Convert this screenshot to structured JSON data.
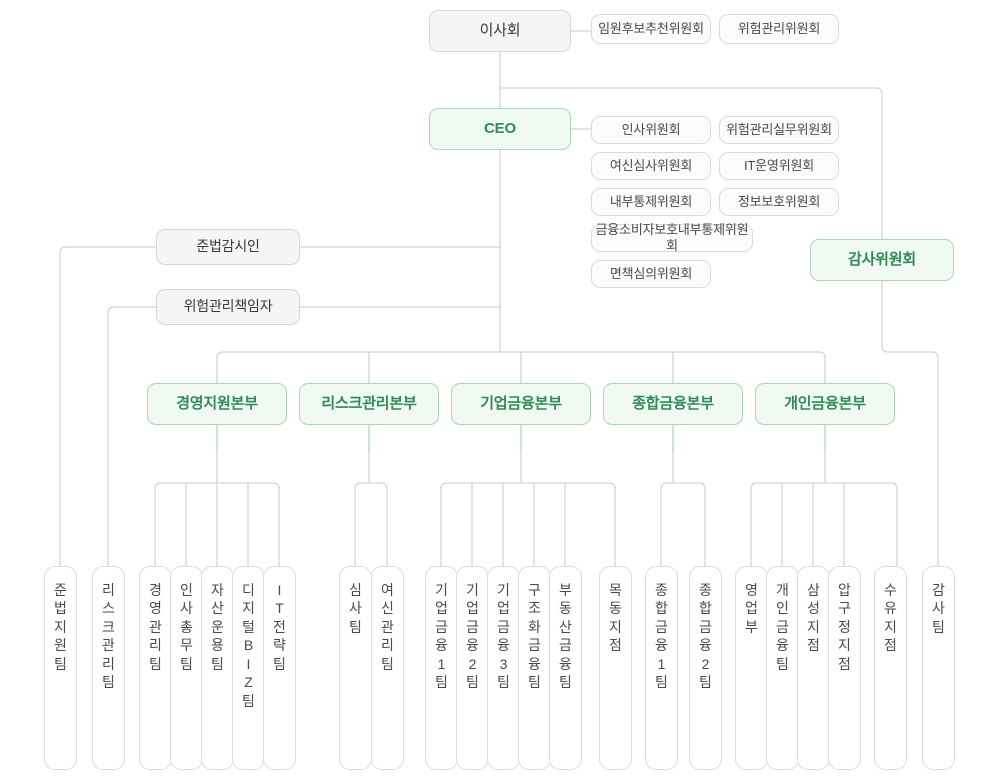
{
  "chart_data": {
    "type": "diagram",
    "title": "조직도",
    "theme": {
      "accent_green_text": "#2e8b57",
      "accent_green_fill": "#f1f9f3",
      "accent_green_border": "#a9d6b7",
      "neutral_fill": "#f5f5f5",
      "neutral_border": "#d6d6d6",
      "white_fill": "#ffffff",
      "line_color": "#d4d4d4",
      "green_line_color": "#b7ddc3",
      "text_color": "#3a3a3a",
      "background": "#ffffff"
    }
  },
  "board": {
    "label": "이사회",
    "committees": [
      {
        "label": "임원후보추천위원회"
      },
      {
        "label": "위험관리위원회"
      }
    ]
  },
  "ceo": {
    "label": "CEO",
    "committees": [
      {
        "label": "인사위원회"
      },
      {
        "label": "위험관리실무위원회"
      },
      {
        "label": "여신심사위원회"
      },
      {
        "label": "IT운영위원회"
      },
      {
        "label": "내부통제위원회"
      },
      {
        "label": "정보보호위원회"
      },
      {
        "label": "금융소비자보호내부통제위원회"
      },
      {
        "label": "면책심의위원회"
      }
    ]
  },
  "audit_committee": {
    "label": "감사위원회"
  },
  "officers": [
    {
      "label": "준법감시인"
    },
    {
      "label": "위험관리책임자"
    }
  ],
  "divisions": [
    {
      "label": "경영지원본부"
    },
    {
      "label": "리스크관리본부"
    },
    {
      "label": "기업금융본부"
    },
    {
      "label": "종합금융본부"
    },
    {
      "label": "개인금융본부"
    }
  ],
  "teams": [
    {
      "label": "준법지원팀",
      "parent": "준법감시인"
    },
    {
      "label": "리스크관리팀",
      "parent": "위험관리책임자"
    },
    {
      "label": "경영관리팀",
      "parent": "경영지원본부"
    },
    {
      "label": "인사총무팀",
      "parent": "경영지원본부"
    },
    {
      "label": "자산운용팀",
      "parent": "경영지원본부"
    },
    {
      "label": "디지털BIZ팀",
      "parent": "경영지원본부"
    },
    {
      "label": "IT전략팀",
      "parent": "경영지원본부"
    },
    {
      "label": "심사팀",
      "parent": "리스크관리본부"
    },
    {
      "label": "여신관리팀",
      "parent": "리스크관리본부"
    },
    {
      "label": "기업금융1팀",
      "parent": "기업금융본부"
    },
    {
      "label": "기업금융2팀",
      "parent": "기업금융본부"
    },
    {
      "label": "기업금융3팀",
      "parent": "기업금융본부"
    },
    {
      "label": "구조화금융팀",
      "parent": "기업금융본부"
    },
    {
      "label": "부동산금융팀",
      "parent": "기업금융본부"
    },
    {
      "label": "목동지점",
      "parent": "기업금융본부"
    },
    {
      "label": "종합금융1팀",
      "parent": "종합금융본부"
    },
    {
      "label": "종합금융2팀",
      "parent": "종합금융본부"
    },
    {
      "label": "영업부",
      "parent": "개인금융본부"
    },
    {
      "label": "개인금융팀",
      "parent": "개인금융본부"
    },
    {
      "label": "삼성지점",
      "parent": "개인금융본부"
    },
    {
      "label": "압구정지점",
      "parent": "개인금융본부"
    },
    {
      "label": "수유지점",
      "parent": "개인금융본부"
    },
    {
      "label": "감사팀",
      "parent": "감사위원회"
    }
  ]
}
